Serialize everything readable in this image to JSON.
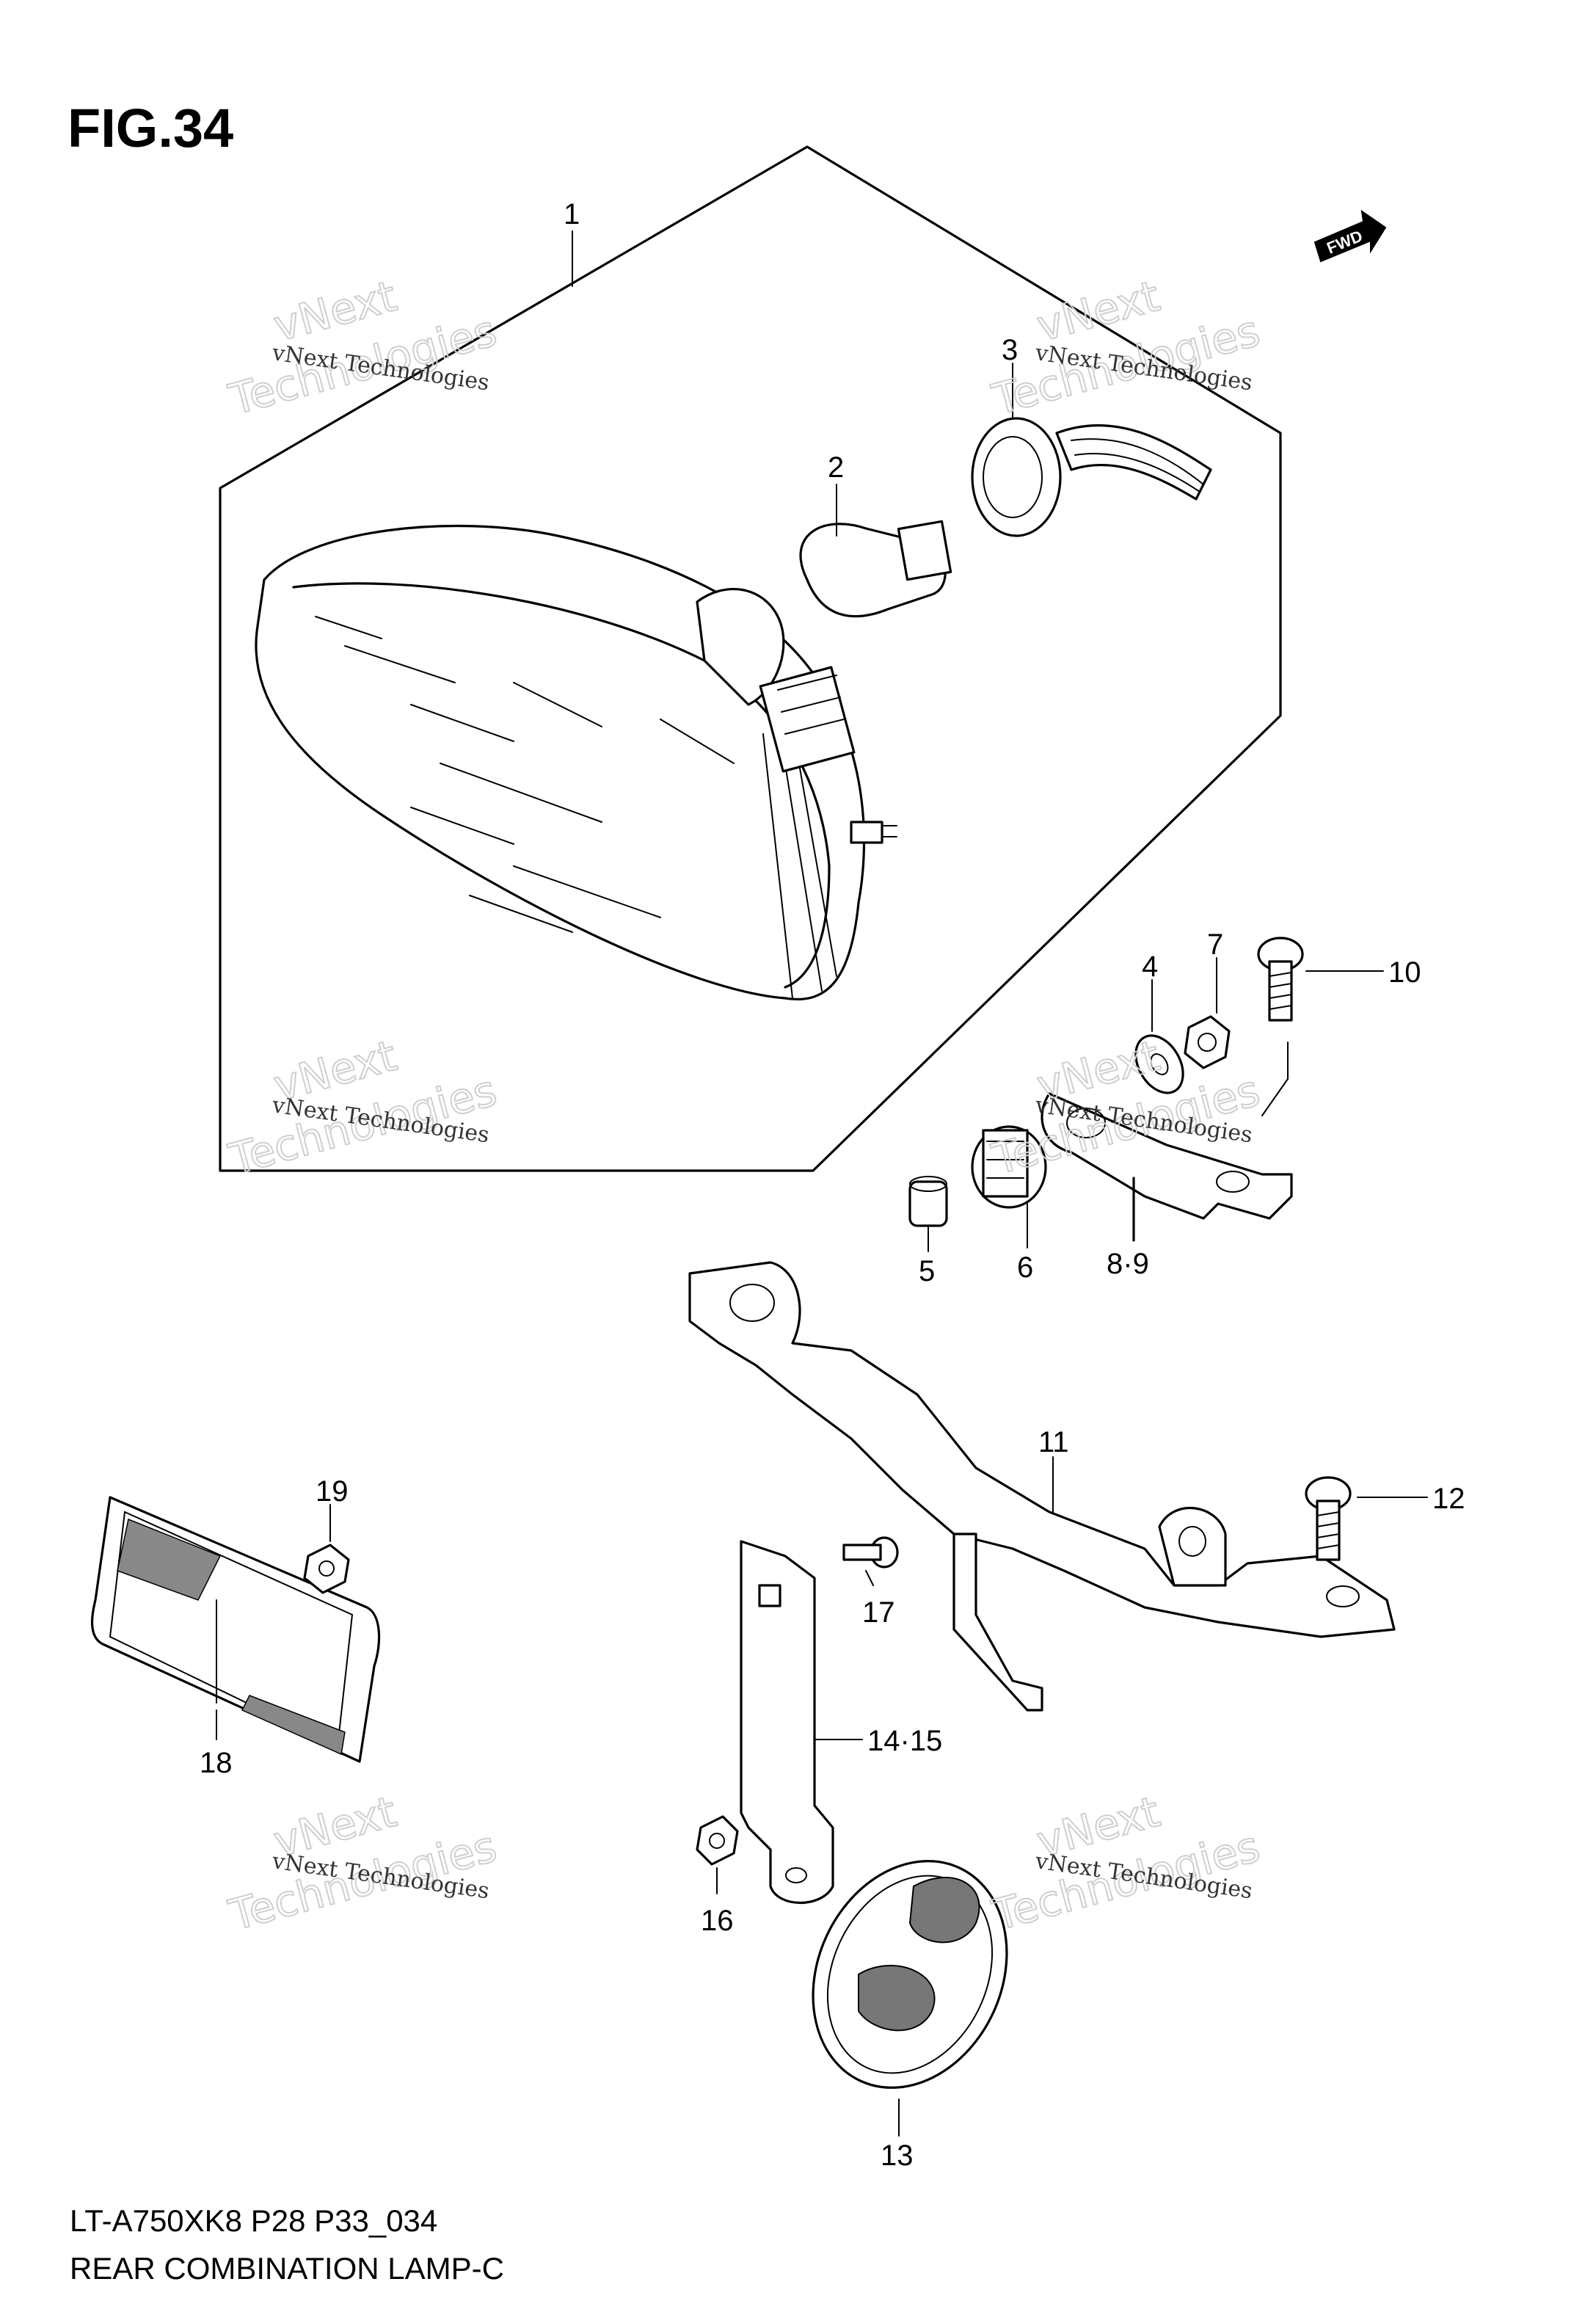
{
  "figure": {
    "title": "FIG.34"
  },
  "fwd_badge": {
    "label": "FWD",
    "icon": "fwd-arrow-icon"
  },
  "watermark": {
    "small": "vNext Technologies",
    "line1": "vNext",
    "line2": "Technologies"
  },
  "callouts": {
    "c1": "1",
    "c2": "2",
    "c3": "3",
    "c4": "4",
    "c5": "5",
    "c6": "6",
    "c7": "7",
    "c89": "8·9",
    "c10": "10",
    "c11": "11",
    "c12": "12",
    "c13": "13",
    "c1415": "14·15",
    "c16": "16",
    "c17": "17",
    "c18": "18",
    "c19": "19"
  },
  "caption": {
    "model": "LT-A750XK8 P28 P33_034",
    "name": "REAR COMBINATION LAMP-C"
  }
}
